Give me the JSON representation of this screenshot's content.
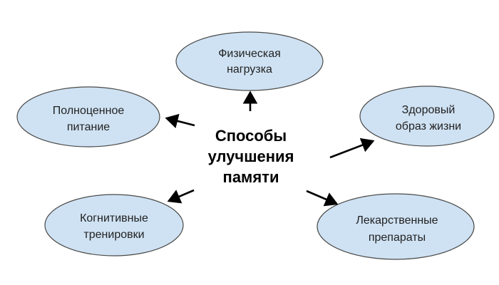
{
  "diagram": {
    "center": {
      "lines": [
        "Способы",
        "улучшения",
        "памяти"
      ]
    },
    "nodes": [
      {
        "id": "physical-activity",
        "lines": [
          "Физическая",
          "нагрузка"
        ]
      },
      {
        "id": "full-nutrition",
        "lines": [
          "Полноценное",
          "питание"
        ]
      },
      {
        "id": "healthy-lifestyle",
        "lines": [
          "Здоровый",
          "образ жизни"
        ]
      },
      {
        "id": "cognitive-training",
        "lines": [
          "Когнитивные",
          "тренировки"
        ]
      },
      {
        "id": "medications",
        "lines": [
          "Лекарственные",
          "препараты"
        ]
      }
    ],
    "colors": {
      "node_fill": "#cfe2f3",
      "node_stroke": "#4a4a4a",
      "arrow": "#000000",
      "text": "#222222"
    }
  }
}
